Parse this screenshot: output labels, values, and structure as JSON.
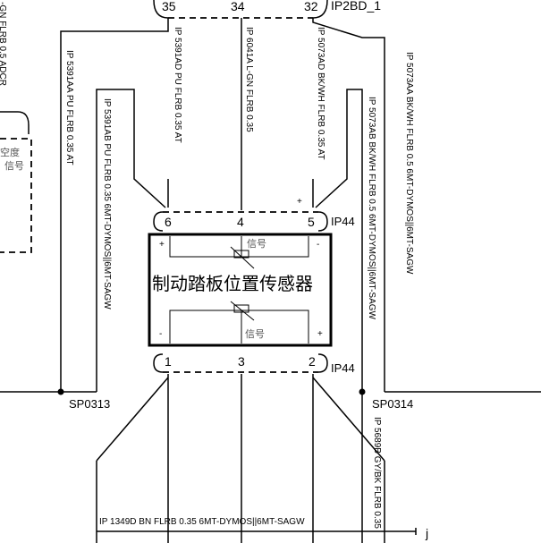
{
  "connector_top": {
    "pins": [
      "35",
      "34",
      "32"
    ],
    "name": "IP2BD_1"
  },
  "connector_sensor_top": {
    "pins": [
      "6",
      "4",
      "5"
    ],
    "name": "IP44",
    "plus_mark": "+"
  },
  "connector_sensor_bottom": {
    "pins": [
      "1",
      "3",
      "2"
    ],
    "name": "IP44"
  },
  "sensor": {
    "title": "制动踏板位置传感器",
    "upper_signal": "信号",
    "lower_signal": "信号",
    "upper_plus": "+",
    "upper_minus": "-",
    "lower_minus": "-",
    "lower_plus": "+"
  },
  "splices": {
    "left": "SP0313",
    "right": "SP0314"
  },
  "wires": {
    "w_left_edge": "-GN FLRB 0.5 ADCR",
    "w_5391AA": "IP 5391AA PU FLRB 0.35 AT",
    "w_5391AB": "IP 5391AB PU FLRB 0.35 6MT-DYMOS||6MT-SAGW",
    "w_5391AD": "IP 5391AD PU FLRB 0.35 AT",
    "w_6041A": "IP 6041A L-GN FLRB 0.35",
    "w_5073AD": "IP 5073AD BK/WH FLRB 0.35 AT",
    "w_5073AB": "IP 5073AB BK/WH FLRB 0.5 6MT-DYMOS||6MT-SAGW",
    "w_5073AA": "IP 5073AA BK/WH FLRB 0.5 6MT-DYMOS||6MT-SAGW",
    "w_5689B": "IP 5689B GY/BK FLRB 0.35",
    "w_1349D": "IP 1349D BN FLRB 0.35 6MT-DYMOS||6MT-SAGW"
  },
  "partial_box": {
    "line1": "空度",
    "line2": "信号"
  },
  "bottom_right_label": "j"
}
